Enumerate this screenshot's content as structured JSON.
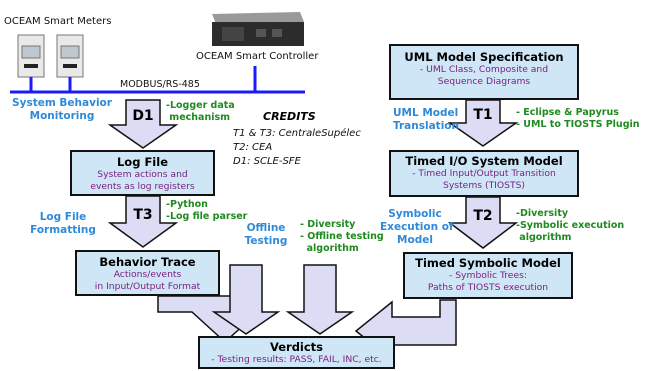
{
  "devices": {
    "meters_label": "OCEAM Smart Meters",
    "controller_label": "OCEAM Smart Controller",
    "bus_label": "MODBUS/RS-485"
  },
  "left": {
    "monitoring": [
      "System Behavior",
      "Monitoring"
    ],
    "d1": "D1",
    "d1_notes": [
      "-Logger data",
      " mechanism"
    ],
    "logfile": {
      "title": "Log File",
      "desc": [
        "System actions and",
        "events as log registers"
      ]
    },
    "formatting": [
      "Log File",
      "Formatting"
    ],
    "t3": "T3",
    "t3_notes": [
      "-Python",
      "-Log file parser"
    ],
    "trace": {
      "title": "Behavior Trace",
      "desc": [
        "Actions/events",
        "in Input/Output Format"
      ]
    }
  },
  "credits": {
    "title": "CREDITS",
    "lines": [
      "T1 & T3: CentraleSupélec",
      "T2: CEA",
      "D1: SCLE-SFE"
    ]
  },
  "offline": {
    "label": [
      "Offline",
      "Testing"
    ],
    "notes": [
      "- Diversity",
      "- Offline testing",
      "  algorithm"
    ]
  },
  "verdicts": {
    "title": "Verdicts",
    "desc": "- Testing results: PASS, FAIL, INC, etc."
  },
  "right": {
    "uml": {
      "title": "UML Model Specification",
      "desc": [
        "- UML Class, Composite and",
        "Sequence Diagrams"
      ]
    },
    "translation": [
      "UML Model",
      "Translation"
    ],
    "t1": "T1",
    "t1_notes": [
      "- Eclipse & Papyrus",
      "- UML to TIOSTS Plugin"
    ],
    "tios": {
      "title": "Timed I/O System Model",
      "desc": [
        "- Timed Input/Output Transition",
        "Systems (TIOSTS)"
      ]
    },
    "symexec": [
      "Symbolic",
      "Execution of",
      "Model"
    ],
    "t2": "T2",
    "t2_notes": [
      "-Diversity",
      "-Symbolic execution",
      " algorithm"
    ],
    "tsm": {
      "title": "Timed Symbolic Model",
      "desc": [
        "- Symbolic Trees:",
        "Paths of TIOSTS execution"
      ]
    }
  }
}
